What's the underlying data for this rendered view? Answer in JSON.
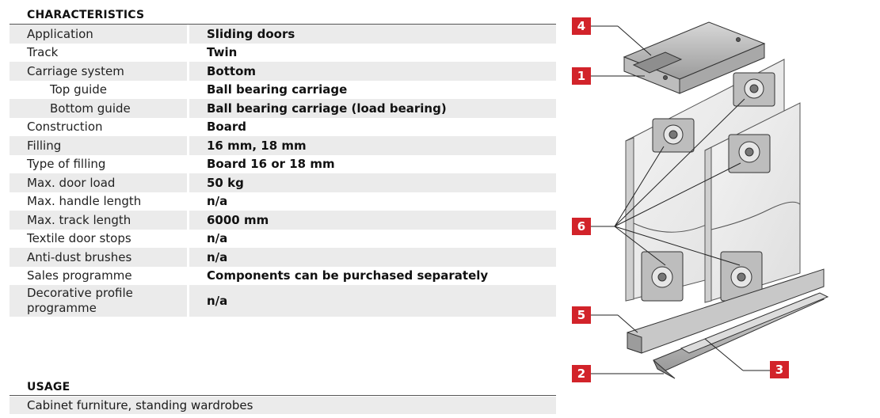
{
  "characteristics": {
    "title": "CHARACTERISTICS",
    "rows": [
      {
        "label": "Application",
        "value": "Sliding doors"
      },
      {
        "label": "Track",
        "value": "Twin"
      },
      {
        "label": "Carriage system",
        "value": "Bottom"
      },
      {
        "label": "Top guide",
        "value": "Ball bearing carriage"
      },
      {
        "label": "Bottom guide",
        "value": "Ball bearing carriage (load bearing)"
      },
      {
        "label": "Construction",
        "value": "Board"
      },
      {
        "label": "Filling",
        "value": "16 mm, 18 mm"
      },
      {
        "label": "Type of filling",
        "value": "Board 16 or 18 mm"
      },
      {
        "label": "Max. door load",
        "value": "50 kg"
      },
      {
        "label": "Max. handle length",
        "value": "n/a"
      },
      {
        "label": "Max. track length",
        "value": "6000 mm"
      },
      {
        "label": "Textile door stops",
        "value": "n/a"
      },
      {
        "label": "Anti-dust brushes",
        "value": "n/a"
      },
      {
        "label": "Sales programme",
        "value": "Components can be purchased separately"
      },
      {
        "label": "Decorative profile programme",
        "value": "n/a"
      }
    ]
  },
  "usage": {
    "title": "USAGE",
    "text": "Cabinet furniture, standing wardrobes"
  },
  "diagram": {
    "callouts": [
      "4",
      "1",
      "6",
      "5",
      "3",
      "2"
    ],
    "accent_color": "#d2232a"
  }
}
